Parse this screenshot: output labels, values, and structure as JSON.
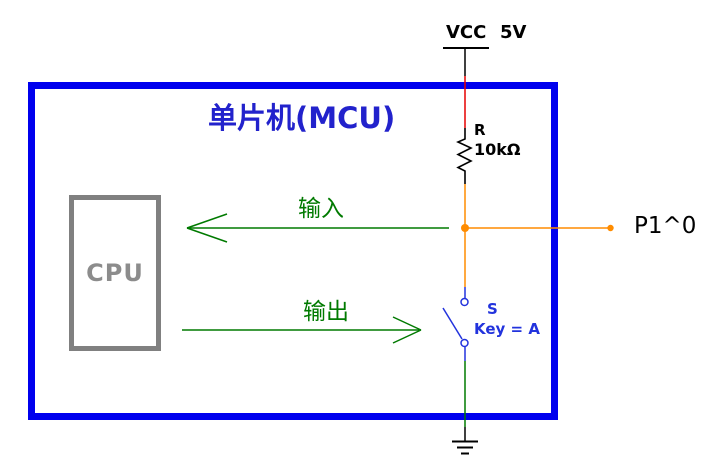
{
  "diagram": {
    "title": "单片机(MCU)",
    "power": {
      "label": "VCC",
      "voltage": "5V"
    },
    "resistor": {
      "designator": "R",
      "value": "10kΩ"
    },
    "cpu": {
      "label": "CPU"
    },
    "arrows": {
      "input": "输入",
      "output": "输出"
    },
    "switch": {
      "designator": "S",
      "key": "Key = A"
    },
    "pin": {
      "label": "P1^0"
    }
  },
  "colors": {
    "mcu_border_blue": "#0000ee",
    "title_blue": "#2222cc",
    "switch_blue": "#2233dd",
    "cpu_gray": "#808080",
    "cpu_text_gray": "#8c8c8c",
    "signal_green": "#007a00",
    "wire_orange": "#ff8c00",
    "wire_red": "#e60000",
    "wire_black": "#000000"
  },
  "icons": {
    "vcc_rail": "power-rail-bar",
    "ground": "earth-ground",
    "resistor": "zigzag-resistor",
    "switch": "spst-open-switch",
    "junction": "wire-junction-dot"
  }
}
